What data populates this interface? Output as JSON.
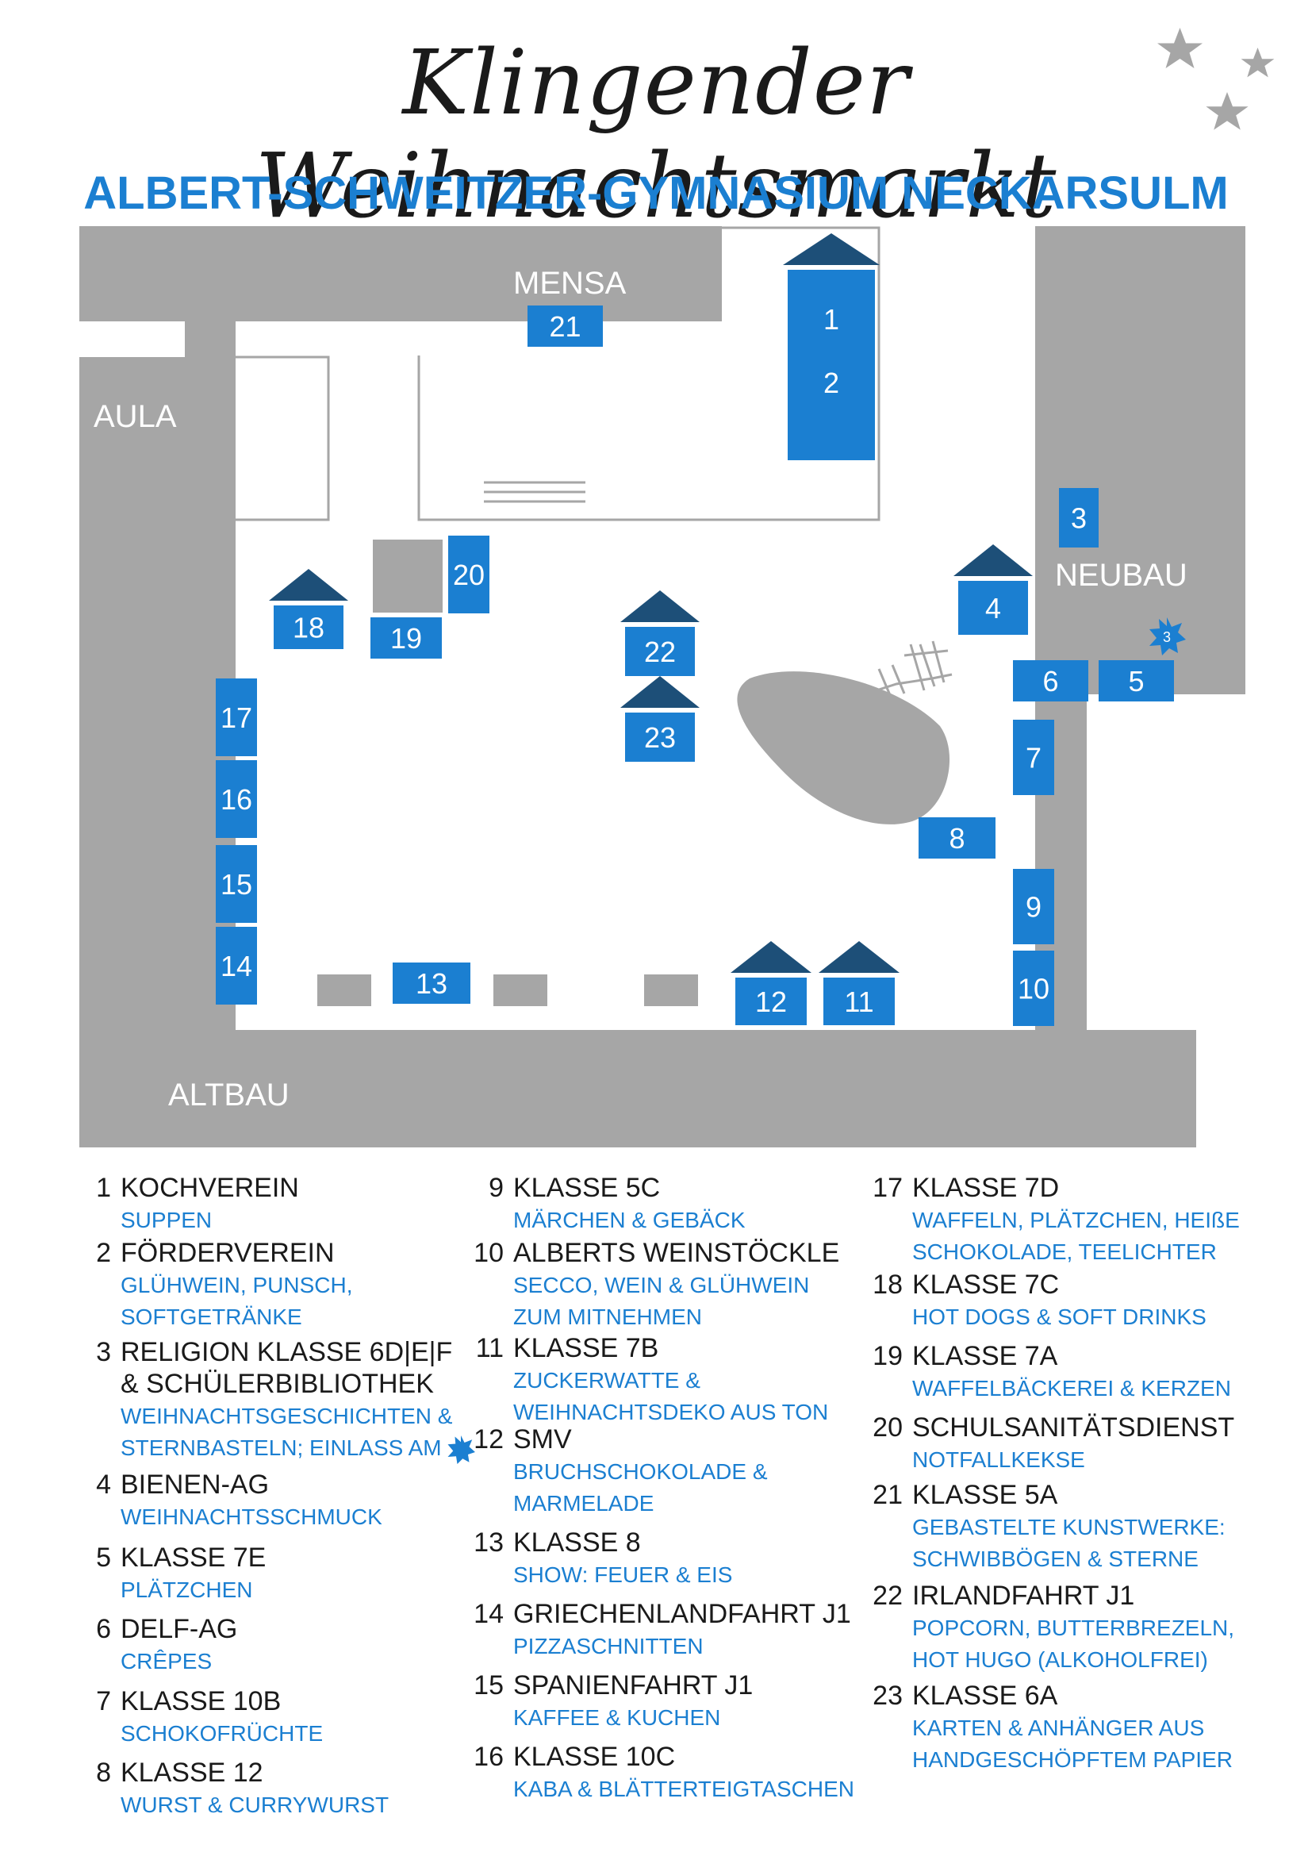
{
  "title": "Klingender Weihnachtsmarkt",
  "subtitle": "ALBERT-SCHWEITZER-GYMNASIUM NECKARSULM",
  "colors": {
    "stand_blue": "#1b7fd1",
    "roof_navy": "#1d4f78",
    "building_gray": "#a6a6a6",
    "text_blue": "#1b7fd1"
  },
  "buildings": {
    "mensa": "MENSA",
    "aula": "AULA",
    "neubau": "NEUBAU",
    "altbau": "ALTBAU"
  },
  "stands": [
    "1",
    "2",
    "3",
    "4",
    "5",
    "6",
    "7",
    "8",
    "9",
    "10",
    "11",
    "12",
    "13",
    "14",
    "15",
    "16",
    "17",
    "18",
    "19",
    "20",
    "21",
    "22",
    "23"
  ],
  "entrance_marker": "3",
  "legend": [
    {
      "num": "1",
      "name": "KOCHVEREIN",
      "desc": [
        "SUPPEN"
      ]
    },
    {
      "num": "2",
      "name": "FÖRDERVEREIN",
      "desc": [
        "GLÜHWEIN, PUNSCH,",
        "SOFTGETRÄNKE"
      ]
    },
    {
      "num": "3",
      "name": "RELIGION KLASSE 6D|E|F",
      "name2": "& SCHÜLERBIBLIOTHEK",
      "desc": [
        "WEIHNACHTSGESCHICHTEN &",
        "STERNBASTELN; EINLASS AM"
      ]
    },
    {
      "num": "4",
      "name": "BIENEN-AG",
      "desc": [
        "WEIHNACHTSSCHMUCK"
      ]
    },
    {
      "num": "5",
      "name": "KLASSE 7E",
      "desc": [
        "PLÄTZCHEN"
      ]
    },
    {
      "num": "6",
      "name": "DELF-AG",
      "desc": [
        "CRÊPES"
      ]
    },
    {
      "num": "7",
      "name": "KLASSE 10B",
      "desc": [
        "SCHOKOFRÜCHTE"
      ]
    },
    {
      "num": "8",
      "name": "KLASSE 12",
      "desc": [
        "WURST & CURRYWURST"
      ]
    },
    {
      "num": "9",
      "name": "KLASSE 5C",
      "desc": [
        "MÄRCHEN & GEBÄCK"
      ]
    },
    {
      "num": "10",
      "name": "ALBERTS WEINSTÖCKLE",
      "desc": [
        "SECCO, WEIN & GLÜHWEIN",
        "ZUM MITNEHMEN"
      ]
    },
    {
      "num": "11",
      "name": "KLASSE 7B",
      "desc": [
        "ZUCKERWATTE &",
        "WEIHNACHTSDEKO AUS TON"
      ]
    },
    {
      "num": "12",
      "name": "SMV",
      "desc": [
        "BRUCHSCHOKOLADE &",
        "MARMELADE"
      ]
    },
    {
      "num": "13",
      "name": "KLASSE 8",
      "desc": [
        "SHOW: FEUER & EIS"
      ]
    },
    {
      "num": "14",
      "name": "GRIECHENLANDFAHRT J1",
      "desc": [
        "PIZZASCHNITTEN"
      ]
    },
    {
      "num": "15",
      "name": "SPANIENFAHRT J1",
      "desc": [
        "KAFFEE & KUCHEN"
      ]
    },
    {
      "num": "16",
      "name": "KLASSE 10C",
      "desc": [
        "KABA & BLÄTTERTEIGTASCHEN"
      ]
    },
    {
      "num": "17",
      "name": "KLASSE 7D",
      "desc": [
        "WAFFELN, PLÄTZCHEN, HEIßE",
        "SCHOKOLADE, TEELICHTER"
      ]
    },
    {
      "num": "18",
      "name": "KLASSE 7C",
      "desc": [
        "HOT DOGS & SOFT DRINKS"
      ]
    },
    {
      "num": "19",
      "name": "KLASSE 7A",
      "desc": [
        "WAFFELBÄCKEREI & KERZEN"
      ]
    },
    {
      "num": "20",
      "name": "SCHULSANITÄTSDIENST",
      "desc": [
        "NOTFALLKEKSE"
      ]
    },
    {
      "num": "21",
      "name": "KLASSE 5A",
      "desc": [
        "GEBASTELTE KUNSTWERKE:",
        "SCHWIBBÖGEN & STERNE"
      ]
    },
    {
      "num": "22",
      "name": "IRLANDFAHRT J1",
      "desc": [
        "POPCORN, BUTTERBREZELN,",
        "HOT HUGO (ALKOHOLFREI)"
      ]
    },
    {
      "num": "23",
      "name": "KLASSE 6A",
      "desc": [
        "KARTEN & ANHÄNGER AUS",
        "HANDGESCHÖPFTEM PAPIER"
      ]
    }
  ]
}
